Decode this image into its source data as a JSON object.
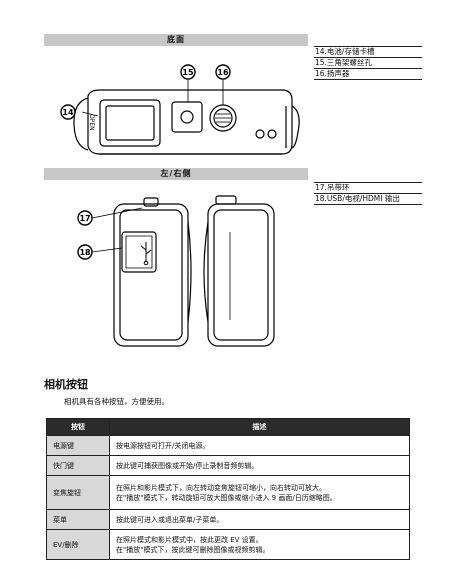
{
  "sections": {
    "bottom_title": "底面",
    "side_title": "左/右侧"
  },
  "bottom_labels": [
    "14.电池/存储卡槽",
    "15.三角架螺丝孔",
    "16.扬声器"
  ],
  "side_labels": [
    "17.吊带环",
    "18.USB/电视/HDMI 输出"
  ],
  "callouts": {
    "c14": "14",
    "c15": "15",
    "c16": "16",
    "c17": "17",
    "c18": "18"
  },
  "buttons_section": {
    "heading": "相机按钮",
    "intro": "相机具有各种按钮，方便使用。",
    "headers": [
      "按钮",
      "描述"
    ],
    "rows": [
      {
        "key": "电源键",
        "desc": [
          "按电源按钮可打开/关闭电源。"
        ]
      },
      {
        "key": "快门键",
        "desc": [
          "按此键可捕获图像或开始/停止录制音频剪辑。"
        ]
      },
      {
        "key": "变焦旋钮",
        "desc": [
          "在照片和影片模式下，向左转动变焦旋钮可缩小，向右转动可放大。",
          "在\"播放\"模式下，转动旋钮可放大图像或缩小进入 9 画面/日历缩略图。"
        ]
      },
      {
        "key": "菜单",
        "desc": [
          "按此键可进入或退出菜单/子菜单。"
        ]
      },
      {
        "key": "EV/删除",
        "desc": [
          "在照片模式和影片模式中，按此更改 EV 设置。",
          "在\"播放\"模式下，按此键可删除图像或视频剪辑。"
        ]
      }
    ]
  }
}
